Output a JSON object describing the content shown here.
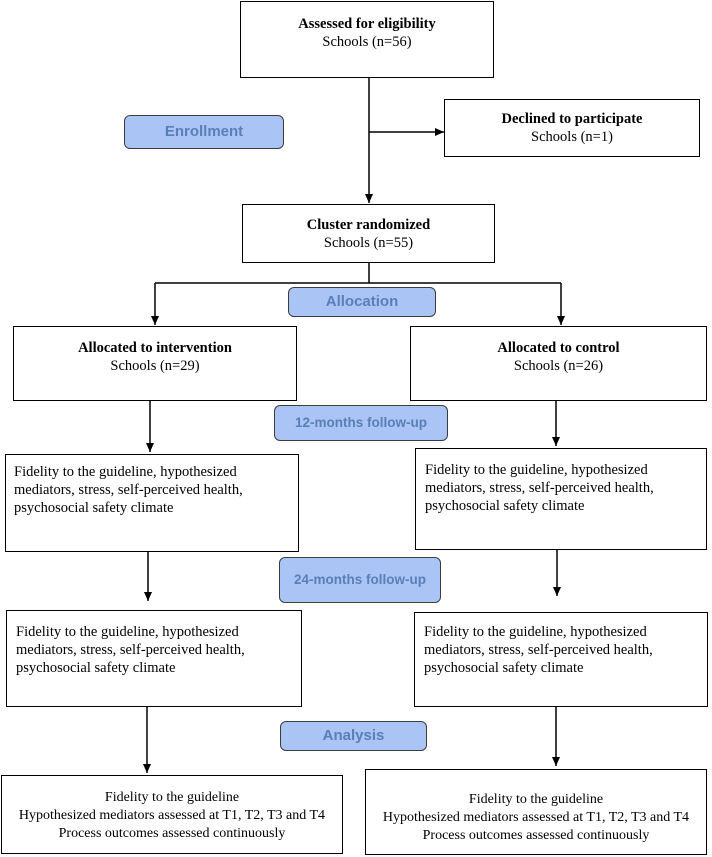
{
  "boxes": {
    "eligibility": {
      "title": "Assessed for eligibility",
      "lines": [
        "Schools (n=56)"
      ]
    },
    "declined": {
      "title": "Declined to participate",
      "lines": [
        "Schools (n=1)"
      ]
    },
    "randomized": {
      "title": "Cluster randomized",
      "lines": [
        "Schools (n=55)"
      ]
    },
    "intervention": {
      "title": "Allocated to intervention",
      "lines": [
        "Schools (n=29)"
      ]
    },
    "control": {
      "title": "Allocated to control",
      "lines": [
        "Schools (n=26)"
      ]
    },
    "int_12": {
      "lines": [
        "Fidelity to the guideline, hypothesized",
        "mediators, stress, self-perceived health,",
        "psychosocial safety climate"
      ]
    },
    "ctrl_12": {
      "lines": [
        "Fidelity to the guideline, hypothesized",
        "mediators, stress, self-perceived health,",
        "psychosocial safety climate"
      ]
    },
    "int_24": {
      "lines": [
        "Fidelity to the guideline, hypothesized",
        "mediators, stress, self-perceived health,",
        "psychosocial safety climate"
      ]
    },
    "ctrl_24": {
      "lines": [
        "Fidelity to the guideline, hypothesized",
        "mediators, stress, self-perceived health,",
        "psychosocial safety climate"
      ]
    },
    "int_analysis": {
      "lines": [
        "Fidelity to the guideline",
        "Hypothesized mediators assessed at T1, T2, T3 and T4",
        "Process outcomes assessed continuously"
      ]
    },
    "ctrl_analysis": {
      "lines": [
        "Fidelity to the guideline",
        "Hypothesized mediators assessed at T1, T2, T3 and T4",
        "Process outcomes assessed continuously"
      ]
    }
  },
  "stages": {
    "enrollment": "Enrollment",
    "allocation": "Allocation",
    "followup_12": "12-months follow-up",
    "followup_24": "24-months follow-up",
    "analysis": "Analysis"
  },
  "colors": {
    "stage_fill": "#a9c4f5",
    "stage_text": "#5a7fb8",
    "line": "#000000"
  }
}
